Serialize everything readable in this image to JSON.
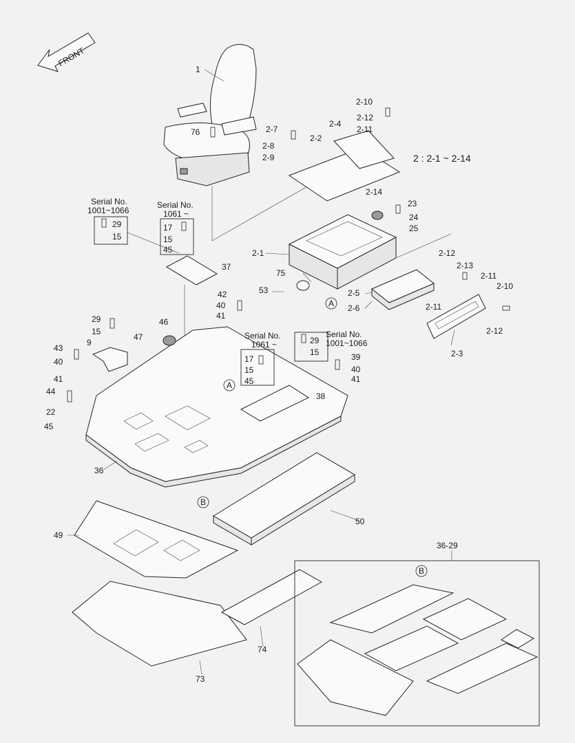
{
  "labels": {
    "front": "FRONT"
  },
  "refs": {
    "a": "A",
    "b": "B"
  },
  "serial": {
    "a_title": "Serial No.",
    "a_range": "1001~1066",
    "b_title": "Serial No.",
    "b_range": "1061 ~"
  },
  "parts": {
    "p1": "1",
    "p76": "76",
    "p2_1": "2-1",
    "p2_2": "2-2",
    "p2_3": "2-3",
    "p2_4": "2-4",
    "p2_5": "2-5",
    "p2_6": "2-6",
    "p2_7": "2-7",
    "p2_8": "2-8",
    "p2_9": "2-9",
    "p2_10": "2-10",
    "p2_11": "2-11",
    "p2_12": "2-12",
    "p2_13": "2-13",
    "p2_14": "2-14",
    "group2": "2 : 2-1 ~ 2-14",
    "p9": "9",
    "p15": "15",
    "p17": "17",
    "p22": "22",
    "p23": "23",
    "p24": "24",
    "p25": "25",
    "p29": "29",
    "p36": "36",
    "p36_29": "36-29",
    "p37": "37",
    "p38": "38",
    "p39": "39",
    "p40": "40",
    "p41": "41",
    "p42": "42",
    "p43": "43",
    "p44": "44",
    "p45": "45",
    "p46": "46",
    "p47": "47",
    "p49": "49",
    "p50": "50",
    "p53": "53",
    "p73": "73",
    "p74": "74",
    "p75": "75"
  }
}
